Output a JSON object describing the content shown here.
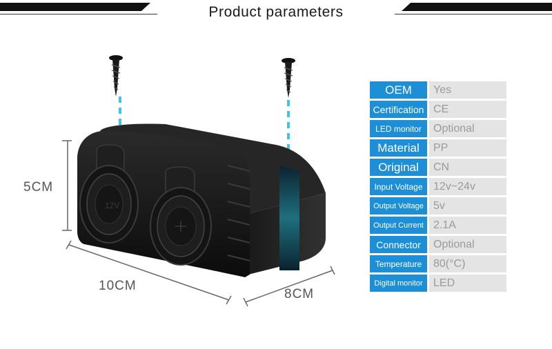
{
  "header": {
    "title": "Product parameters"
  },
  "dimensions": {
    "height": "5CM",
    "width": "10CM",
    "depth": "8CM"
  },
  "params": [
    {
      "key": "OEM",
      "value": "Yes",
      "size": "l"
    },
    {
      "key": "Certification",
      "value": "CE",
      "size": "m"
    },
    {
      "key": "LED monitor",
      "value": "Optional",
      "size": "s"
    },
    {
      "key": "Material",
      "value": "PP",
      "size": "l"
    },
    {
      "key": "Original",
      "value": "CN",
      "size": "l"
    },
    {
      "key": "Input Voltage",
      "value": "12v~24v",
      "size": "s"
    },
    {
      "key": "Output Voltage",
      "value": "5v",
      "size": "xs"
    },
    {
      "key": "Output Current",
      "value": "2.1A",
      "size": "xs"
    },
    {
      "key": "Connector",
      "value": "Optional",
      "size": "m"
    },
    {
      "key": "Temperature",
      "value": "80(°C)",
      "size": "s"
    },
    {
      "key": "Digital monitor",
      "value": "LED",
      "size": "xs"
    }
  ],
  "colors": {
    "accent": "#1d8fd6",
    "cell_bg": "#e4e4e4",
    "value_text": "#9a9a9a",
    "guide_line": "#3fc6e6"
  },
  "icons": [
    "screw-icon",
    "socket-icon"
  ]
}
